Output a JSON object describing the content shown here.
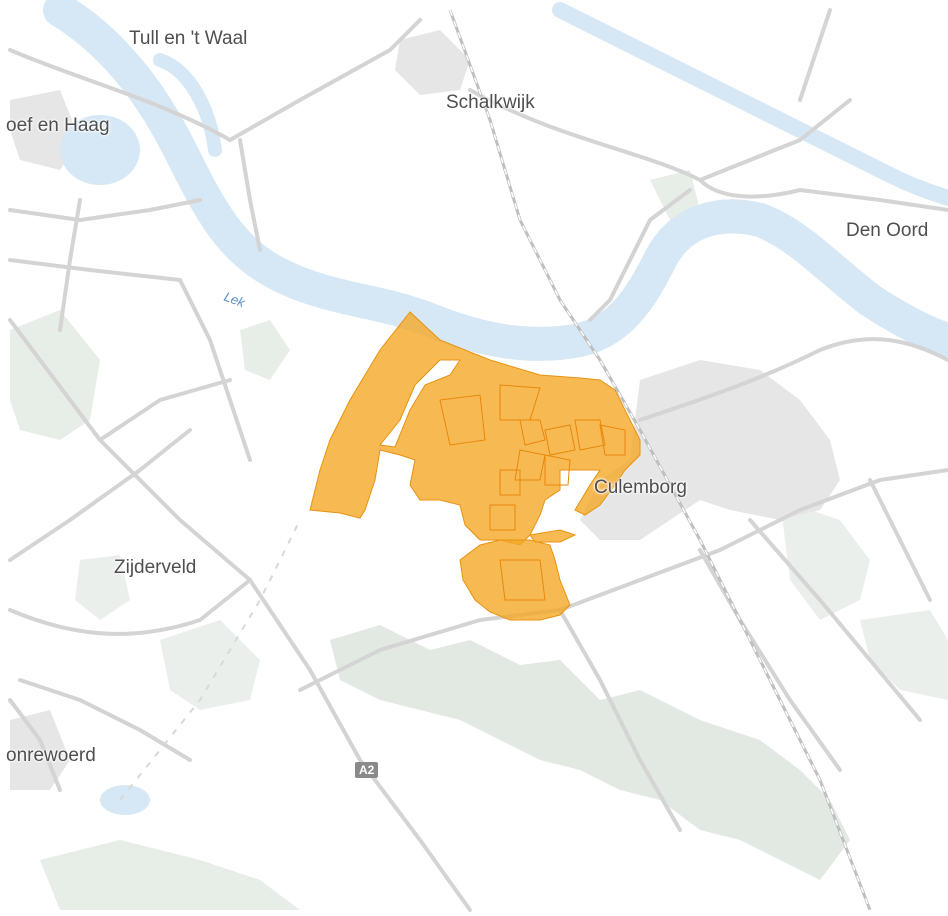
{
  "map": {
    "places": {
      "tull": "Tull en 't Waal",
      "schalkwijk": "Schalkwijk",
      "hoef": "oef en Haag",
      "den_oord": "Den Oord",
      "culemborg": "Culemborg",
      "zijderveld": "Zijderveld",
      "everdingen": "onrewoerd"
    },
    "river_label": "Lek",
    "road_shield": "A2",
    "colors": {
      "water": "#d6e8f5",
      "green": "#dde5dd",
      "urban": "#e6e6e6",
      "road": "#d4d4d4",
      "highlight": "#f5a623"
    }
  }
}
